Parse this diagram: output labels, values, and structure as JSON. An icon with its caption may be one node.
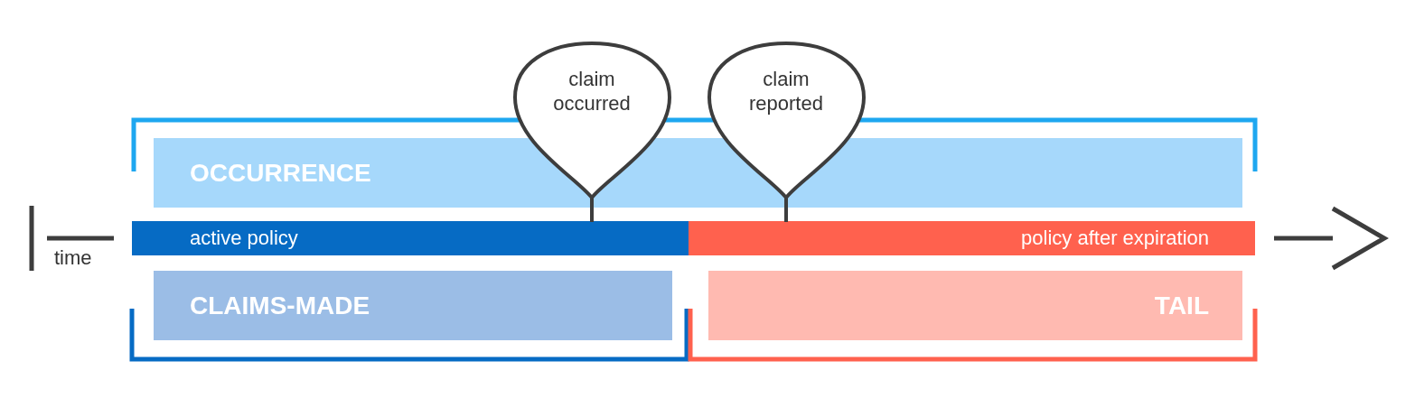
{
  "diagram": {
    "nodes": [
      {
        "text": [
          "OCCURRENCE"
        ]
      },
      {
        "text": [
          "active policy"
        ]
      },
      {
        "text": [
          "policy after expiration"
        ]
      },
      {
        "text": [
          "CLAIMS-MADE"
        ]
      },
      {
        "text": [
          "TAIL"
        ]
      },
      {
        "text": [
          "claim occurred"
        ]
      },
      {
        "text": [
          "claim reported"
        ]
      }
    ],
    "edges": [
      {
        "from": 5,
        "to": 1,
        "arrow": "none"
      },
      {
        "from": 6,
        "to": 2,
        "arrow": "none"
      }
    ],
    "labels": [
      "time"
    ]
  }
}
